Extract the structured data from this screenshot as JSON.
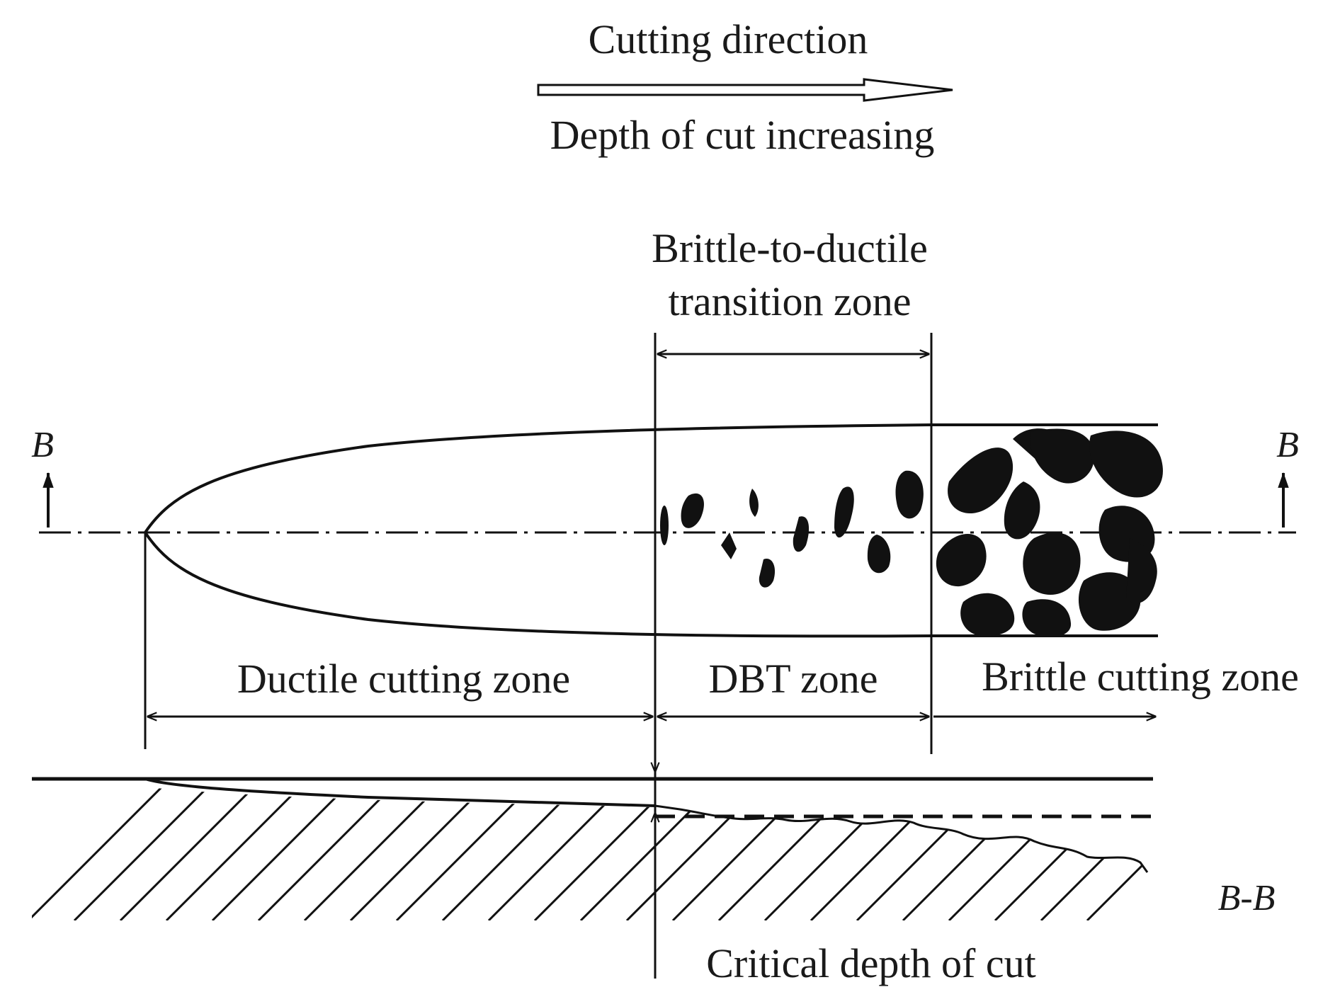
{
  "labels": {
    "cutting_direction": "Cutting direction",
    "depth_increasing": "Depth of cut increasing",
    "transition_line1": "Brittle-to-ductile",
    "transition_line2": "transition zone",
    "ductile_zone": "Ductile cutting zone",
    "dbt_zone": "DBT zone",
    "brittle_zone": "Brittle cutting zone",
    "section_mark_left": "B",
    "section_mark_right": "B",
    "section_view": "B-B",
    "critical_depth": "Critical depth of cut"
  },
  "colors": {
    "ink": "#111111",
    "background": "#ffffff"
  }
}
